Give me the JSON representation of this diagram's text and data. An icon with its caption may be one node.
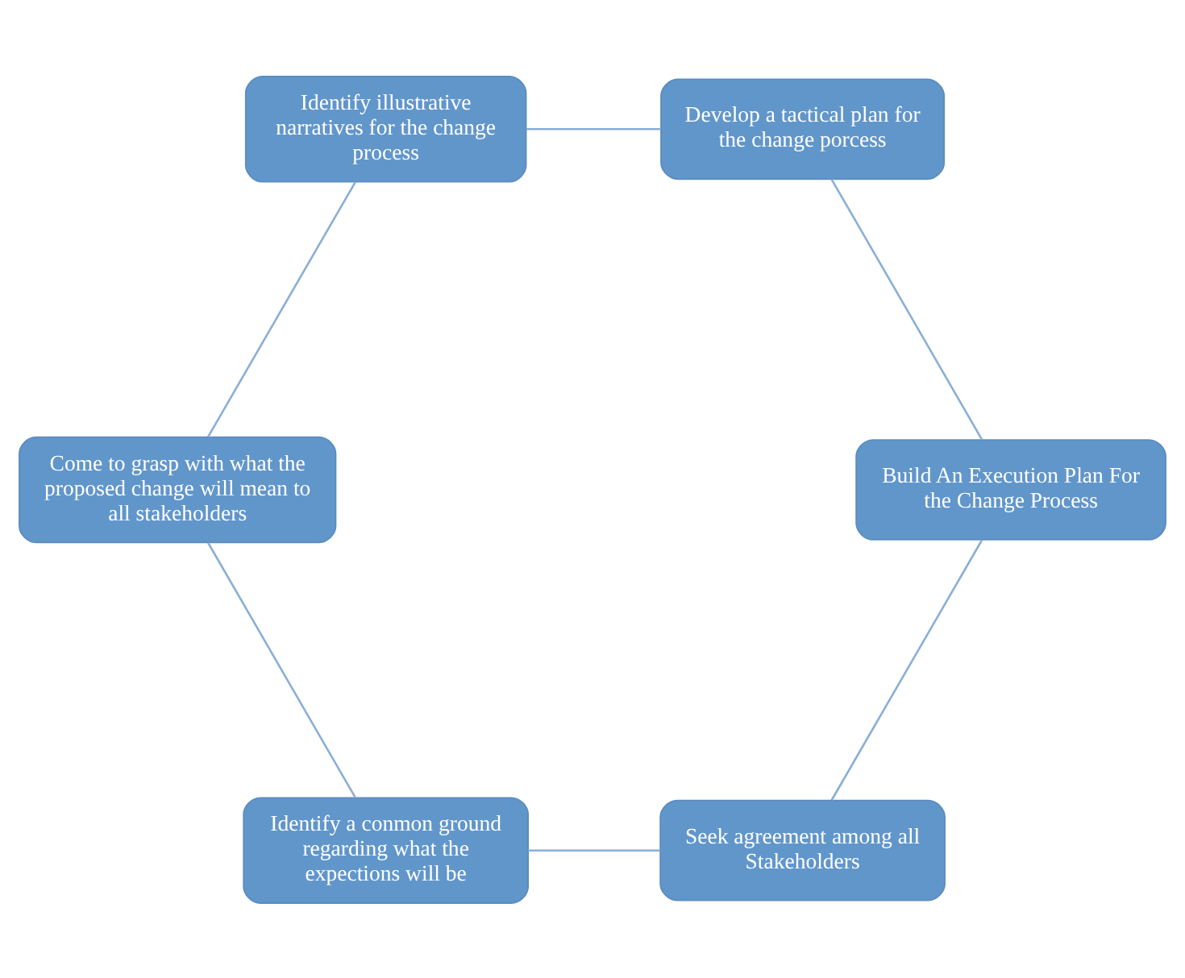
{
  "diagram": {
    "nodes": [
      {
        "text": [
          "Seek agreement among all Stakeholders"
        ]
      },
      {
        "text": [
          "Build An Execution Plan For the Change Process"
        ]
      },
      {
        "text": [
          "Identify a conmon ground regarding what the expections will be"
        ]
      },
      {
        "text": [
          "Develop a tactical plan for the change porcess"
        ]
      },
      {
        "text": [
          "Come to grasp with what the proposed change will mean to all stakeholders"
        ]
      },
      {
        "text": [
          "Identify illustrative narratives for the change process"
        ]
      }
    ],
    "edges": [
      {
        "from": 0,
        "to": 2,
        "arrow": "none"
      },
      {
        "from": 2,
        "to": 4,
        "arrow": "none"
      },
      {
        "from": 4,
        "to": 5,
        "arrow": "none"
      },
      {
        "from": 5,
        "to": 3,
        "arrow": "none"
      },
      {
        "from": 3,
        "to": 1,
        "arrow": "none"
      },
      {
        "from": 1,
        "to": 0,
        "arrow": "none"
      }
    ]
  }
}
